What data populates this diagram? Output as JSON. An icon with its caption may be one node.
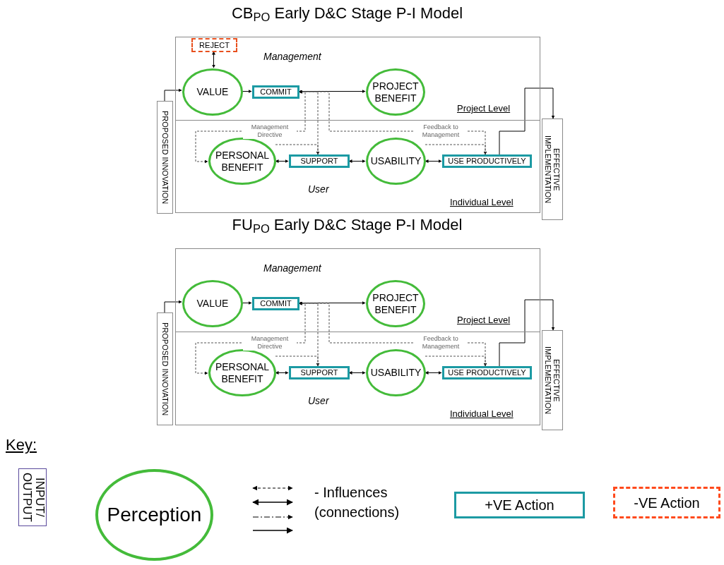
{
  "diagram": {
    "nodes": [
      {
        "text": [
          "CB$_{PO}$ Early D&C Stage P-I Model"
        ]
      },
      {
        "text": [
          "Management",
          "Project Level"
        ],
        "in": 0
      },
      {
        "text": [
          "User",
          "Individual Level"
        ],
        "in": 0
      },
      {
        "text": [
          "PROPOSED INNOVATION"
        ]
      },
      {
        "text": [
          "REJECT"
        ],
        "in": 1
      },
      {
        "text": [
          "VALUE"
        ],
        "in": 1
      },
      {
        "text": [
          "COMMIT"
        ],
        "in": 1
      },
      {
        "text": [
          "PROJECT BENEFIT"
        ],
        "in": 1
      },
      {
        "text": [
          "EFFECTIVE IMPLEMENTATION"
        ]
      },
      {
        "text": [
          "PERSONAL BENEFIT"
        ],
        "in": 2
      },
      {
        "text": [
          "SUPPORT"
        ],
        "in": 2
      },
      {
        "text": [
          "USABILITY"
        ],
        "in": 2
      },
      {
        "text": [
          "USE PRODUCTIVELY"
        ],
        "in": 2
      },
      {
        "text": [
          "FU$_{PO}$ Early D&C Stage P-I Model"
        ]
      },
      {
        "text": [
          "Management",
          "Project Level"
        ],
        "in": 13
      },
      {
        "text": [
          "User",
          "Individual Level"
        ],
        "in": 13
      },
      {
        "text": [
          "PROPOSED INNOVATION"
        ]
      },
      {
        "text": [
          "VALUE"
        ],
        "in": 14
      },
      {
        "text": [
          "COMMIT"
        ],
        "in": 14
      },
      {
        "text": [
          "PROJECT BENEFIT"
        ],
        "in": 14
      },
      {
        "text": [
          "EFFECTIVE IMPLEMENTATION"
        ]
      },
      {
        "text": [
          "PERSONAL BENEFIT"
        ],
        "in": 15
      },
      {
        "text": [
          "SUPPORT"
        ],
        "in": 15
      },
      {
        "text": [
          "USABILITY"
        ],
        "in": 15
      },
      {
        "text": [
          "USE PRODUCTIVELY"
        ],
        "in": 15
      }
    ],
    "edges": [
      {
        "from": 3,
        "to": 5,
        "arrow": "to"
      },
      {
        "from": 4,
        "to": 5,
        "arrow": "both"
      },
      {
        "from": 5,
        "to": 6,
        "arrow": "to"
      },
      {
        "from": 6,
        "to": 7,
        "arrow": "to"
      },
      {
        "from": 6,
        "to": 9,
        "arrow": "both",
        "style": "dashed",
        "label": "Management Directive"
      },
      {
        "from": 10,
        "to": 6,
        "arrow": "both",
        "style": "dashed"
      },
      {
        "from": 12,
        "to": 6,
        "arrow": "both",
        "style": "dashed",
        "label": "Feedback to Management"
      },
      {
        "from": 9,
        "to": 10,
        "arrow": "both"
      },
      {
        "from": 9,
        "to": 10,
        "arrow": "none",
        "style": "dashed"
      },
      {
        "from": 10,
        "to": 11,
        "arrow": "both"
      },
      {
        "from": 11,
        "to": 12,
        "arrow": "both"
      },
      {
        "from": 11,
        "to": 12,
        "arrow": "none",
        "style": "dashed"
      },
      {
        "from": 12,
        "to": 8,
        "arrow": "to"
      },
      {
        "from": 16,
        "to": 17,
        "arrow": "to"
      },
      {
        "from": 17,
        "to": 18,
        "arrow": "to"
      },
      {
        "from": 18,
        "to": 19,
        "arrow": "to"
      },
      {
        "from": 18,
        "to": 21,
        "arrow": "both",
        "style": "dashed",
        "label": "Management Directive"
      },
      {
        "from": 22,
        "to": 18,
        "arrow": "both",
        "style": "dashed"
      },
      {
        "from": 24,
        "to": 18,
        "arrow": "both",
        "style": "dashed",
        "label": "Feedback to Management"
      },
      {
        "from": 21,
        "to": 22,
        "arrow": "both"
      },
      {
        "from": 21,
        "to": 22,
        "arrow": "none",
        "style": "dashed"
      },
      {
        "from": 22,
        "to": 23,
        "arrow": "both"
      },
      {
        "from": 23,
        "to": 24,
        "arrow": "both"
      },
      {
        "from": 23,
        "to": 24,
        "arrow": "none",
        "style": "dashed"
      },
      {
        "from": 24,
        "to": 20,
        "arrow": "to"
      }
    ],
    "labels": [
      "Key:"
    ],
    "legend": [
      {
        "text": "INPUT/ OUTPUT"
      },
      {
        "text": "Perception"
      },
      {
        "text": "- Influences (connections)"
      },
      {
        "text": "+VE Action"
      },
      {
        "text": "-VE Action"
      }
    ]
  }
}
